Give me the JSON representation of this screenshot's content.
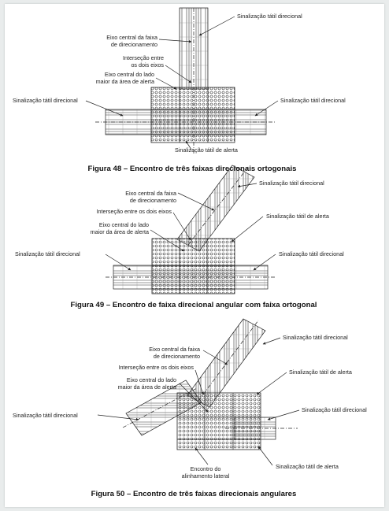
{
  "figures": [
    {
      "caption": "Figura 48 – Encontro de três faixas direcionais ortogonais",
      "labels": {
        "top_right": "Sinalização tátil direcional",
        "axis_central": [
          "Eixo central da faixa",
          "de direcionamento"
        ],
        "intersection": [
          "Interseção entre",
          "os dois eixos"
        ],
        "alert_axis": [
          "Eixo central do lado",
          "maior da área de alerta"
        ],
        "left": "Sinalização tátil direcional",
        "right": "Sinalização tátil direcional",
        "bottom": "Sinalização tátil de alerta"
      }
    },
    {
      "caption": "Figura 49 – Encontro de faixa direcional angular com faixa ortogonal",
      "labels": {
        "top_right": "Sinalização tátil direcional",
        "axis_central": [
          "Eixo central da faixa",
          "de direcionamento"
        ],
        "intersection": [
          "Interseção entre os dois eixos"
        ],
        "alert_axis": [
          "Eixo central do lado",
          "maior da área de alerta"
        ],
        "alert_right": "Sinalização tátil de alerta",
        "left": "Sinalização tátil direcional",
        "right": "Sinalização tátil direcional"
      }
    },
    {
      "caption": "Figura 50 – Encontro de três faixas direcionais angulares",
      "labels": {
        "top_right": "Sinalização tátil direcional",
        "axis_central": [
          "Eixo central da faixa",
          "de direcionamento"
        ],
        "intersection": [
          "Interseção entre os dois eixos"
        ],
        "alert_right": "Sinalização tátil de alerta",
        "alert_axis": [
          "Eixo central do lado",
          "maior da área de alerta"
        ],
        "left": "Sinalização tátil direcional",
        "right": "Sinalização tátil direcional",
        "encounter": [
          "Encontro do",
          "alinhamento lateral"
        ],
        "bottom_right": "Sinalização tátil de alerta"
      }
    }
  ]
}
